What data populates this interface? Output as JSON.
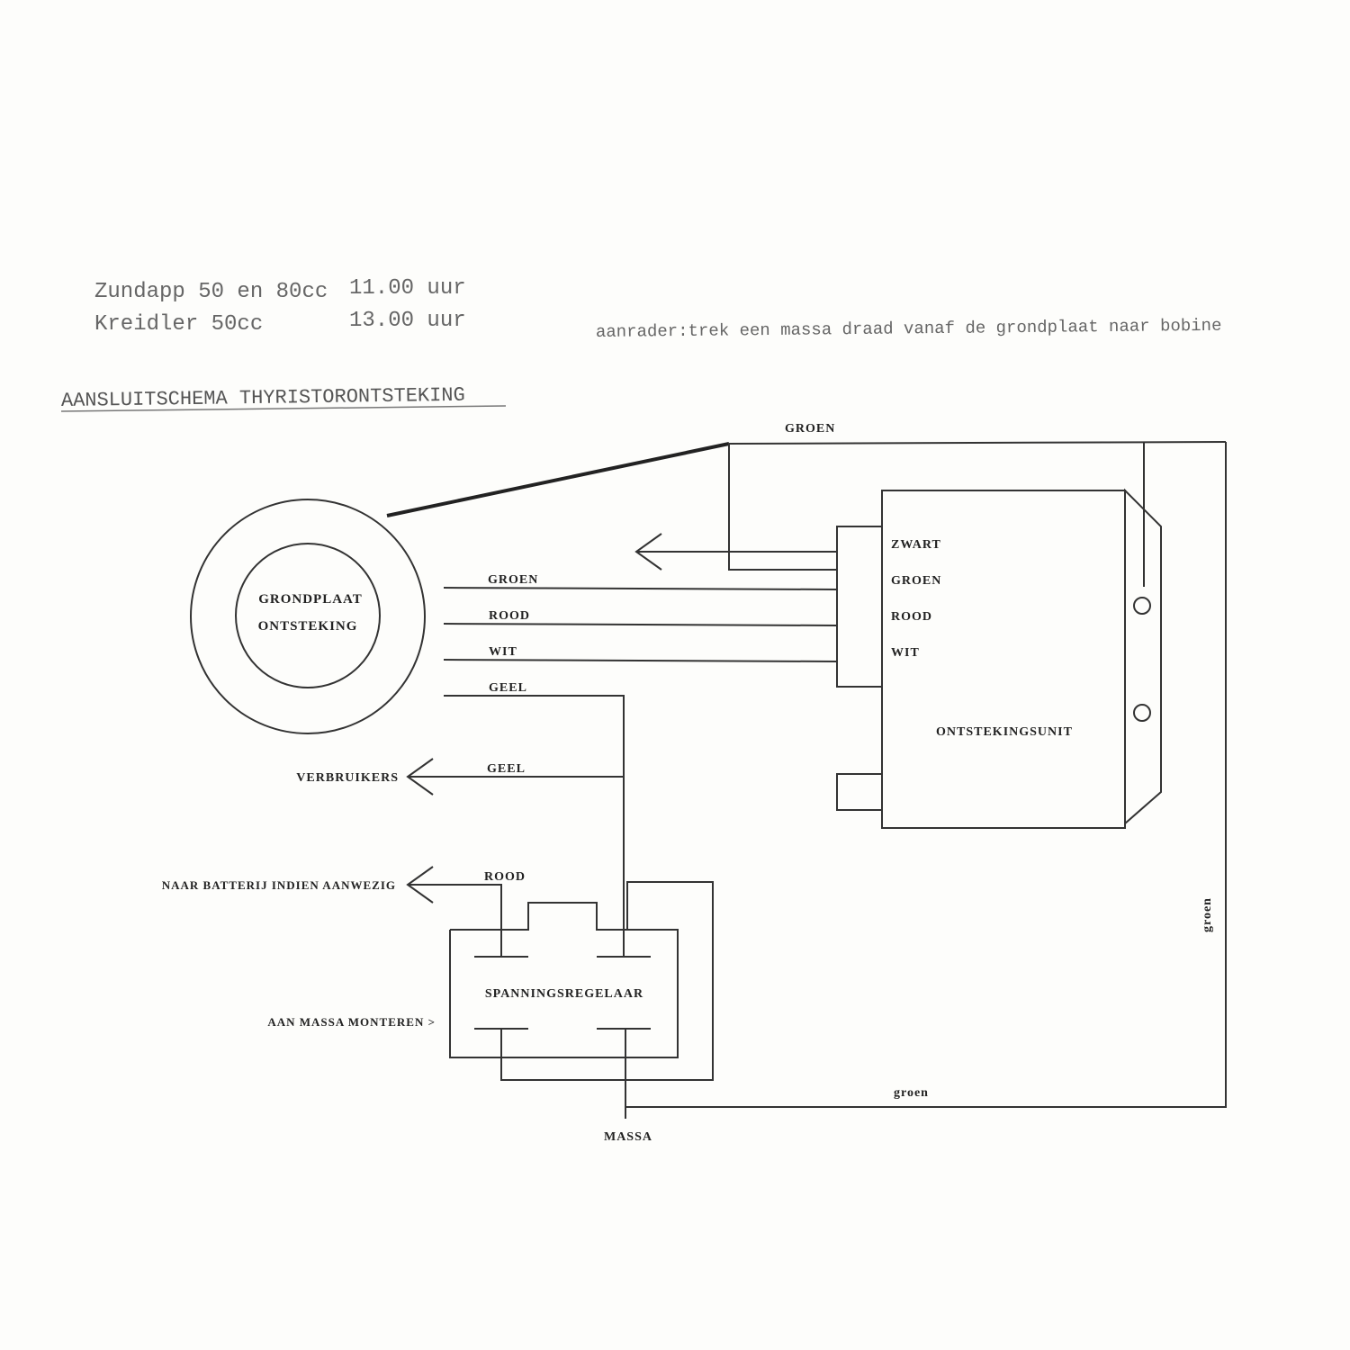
{
  "header": {
    "line1_model": "Zundapp 50 en 80cc",
    "line1_time": "11.00 uur",
    "line2_model": "Kreidler 50cc",
    "line2_time": "13.00 uur",
    "advice": "aanrader:trek een massa draad vanaf de grondplaat naar bobine"
  },
  "title": "AANSLUITSCHEMA THYRISTORONTSTEKING",
  "stator": {
    "line1": "GRONDPLAAT",
    "line2": "ONTSTEKING"
  },
  "unit": {
    "name": "ONTSTEKINGSUNIT",
    "terminals": [
      "ZWART",
      "GROEN",
      "ROOD",
      "WIT"
    ]
  },
  "wires": {
    "top": "GROEN",
    "groen": "GROEN",
    "rood": "ROOD",
    "wit": "WIT",
    "geel": "GEEL",
    "geel2": "GEEL",
    "rood_battery": "ROOD",
    "groen_right": "groen",
    "groen_bottom": "groen"
  },
  "outputs": {
    "consumers": "VERBRUIKERS",
    "battery": "NAAR BATTERIJ INDIEN AANWEZIG",
    "mount": "AAN MASSA MONTEREN >",
    "ground": "MASSA"
  },
  "regulator": {
    "name": "SPANNINGSREGELAAR"
  }
}
